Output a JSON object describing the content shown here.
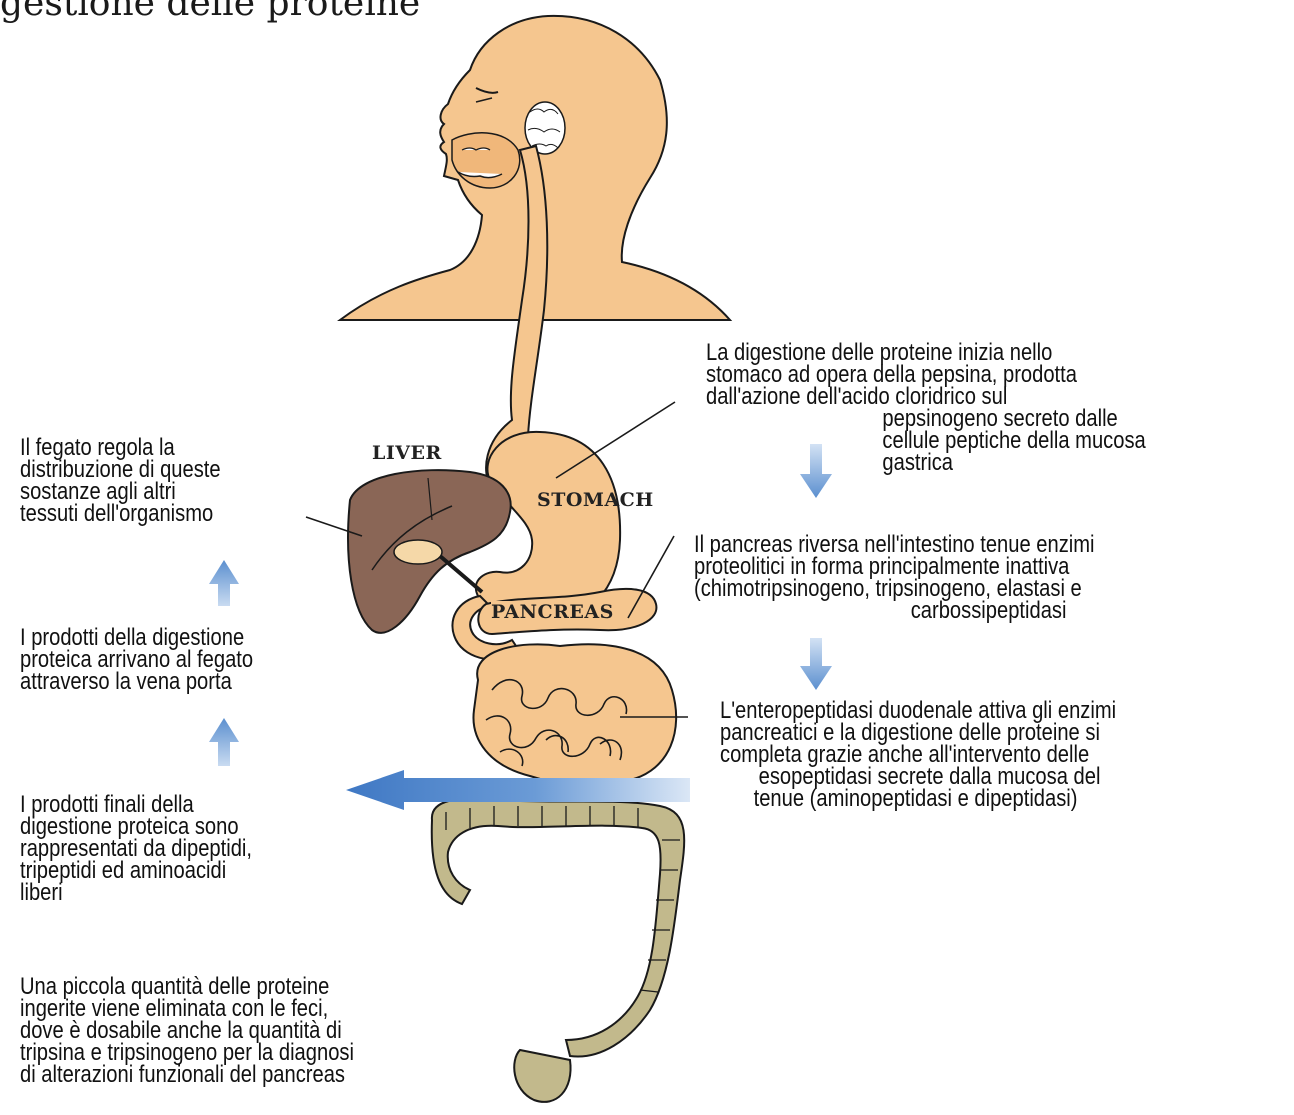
{
  "title": "gestione delle proteine",
  "organs": {
    "liver": "LIVER",
    "stomach": "STOMACH",
    "pancreas": "PANCREAS"
  },
  "notes": {
    "stomach": [
      "La digestione delle proteine inizia nello",
      "stomaco ad opera della pepsina, prodotta",
      "dall'azione dell'acido cloridrico sul",
      "pepsinogeno secreto dalle",
      "cellule peptiche della mucosa",
      "gastrica"
    ],
    "pancreas": [
      "Il pancreas riversa nell'intestino tenue enzimi",
      "proteolitici in forma principalmente inattiva",
      "(chimotripsinogeno, tripsinogeno, elastasi e",
      "carbossipeptidasi"
    ],
    "intestine": [
      "L'enteropeptidasi duodenale attiva gli enzimi",
      "pancreatici e la digestione delle proteine si",
      "completa grazie anche all'intervento delle",
      "esopeptidasi secrete dalla mucosa del",
      "tenue (aminopeptidasi e dipeptidasi)"
    ],
    "liver": [
      "Il fegato regola la",
      "distribuzione di queste",
      "sostanze agli altri",
      "tessuti dell'organismo"
    ],
    "portal": [
      "I prodotti della digestione",
      "proteica arrivano al fegato",
      "attraverso la vena porta"
    ],
    "products": [
      "I prodotti finali della",
      "digestione proteica sono",
      "rappresentati da dipeptidi,",
      "tripeptidi ed aminoacidi",
      "liberi"
    ],
    "feces": [
      "Una  piccola quantità delle proteine",
      "ingerite viene eliminata con le feci,",
      "dove è dosabile anche la quantità di",
      "tripsina e tripsinogeno per la diagnosi",
      "di alterazioni funzionali del pancreas"
    ]
  },
  "colors": {
    "skin": "#f5c68f",
    "liver": "#8a6656",
    "colon": "#c2b98c",
    "arrow": "#5b8fcf",
    "outline": "#1a1a1a"
  }
}
